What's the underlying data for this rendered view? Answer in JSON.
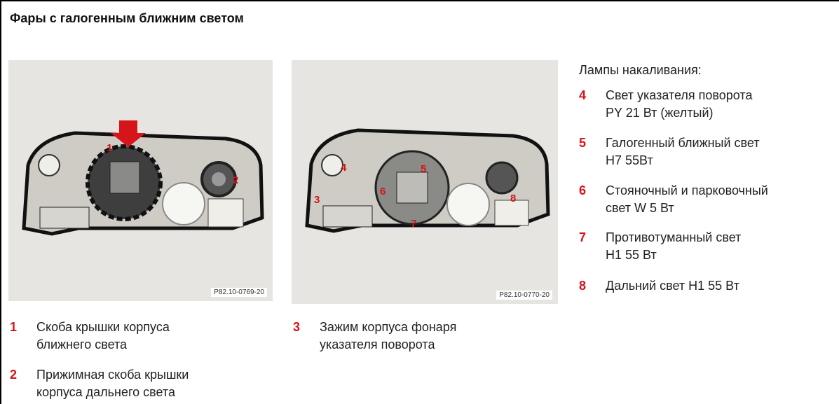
{
  "title": "Фары с галогенным ближним светом",
  "figures": [
    {
      "code": "P82.10-0769-20",
      "markers": [
        "1",
        "2"
      ]
    },
    {
      "code": "P82.10-0770-20",
      "markers": [
        "4",
        "5",
        "6",
        "3",
        "7",
        "8"
      ]
    }
  ],
  "lamps": {
    "heading": "Лампы накаливания:",
    "items": [
      {
        "num": "4",
        "lines": [
          "Свет указателя поворота",
          "PY 21 Вт (желтый)"
        ]
      },
      {
        "num": "5",
        "lines": [
          "Галогенный ближный свет",
          "H7 55Вт"
        ]
      },
      {
        "num": "6",
        "lines": [
          "Стояночный и парковочный",
          "свет W 5 Вт"
        ]
      },
      {
        "num": "7",
        "lines": [
          "Противотуманный свет",
          "H1 55 Вт"
        ]
      },
      {
        "num": "8",
        "lines": [
          "Дальний свет H1 55 Вт"
        ]
      }
    ]
  },
  "legend": [
    {
      "num": "1",
      "lines": [
        "Скоба крышки корпуса",
        "ближнего света"
      ]
    },
    {
      "num": "2",
      "lines": [
        "Прижимная скоба крышки",
        "корпуса дальнего света"
      ]
    },
    {
      "num": "3",
      "lines": [
        "Зажим корпуса фонаря",
        "указателя поворота"
      ]
    }
  ],
  "colors": {
    "accent": "#d7141a",
    "panel": "#e9e8e4"
  }
}
